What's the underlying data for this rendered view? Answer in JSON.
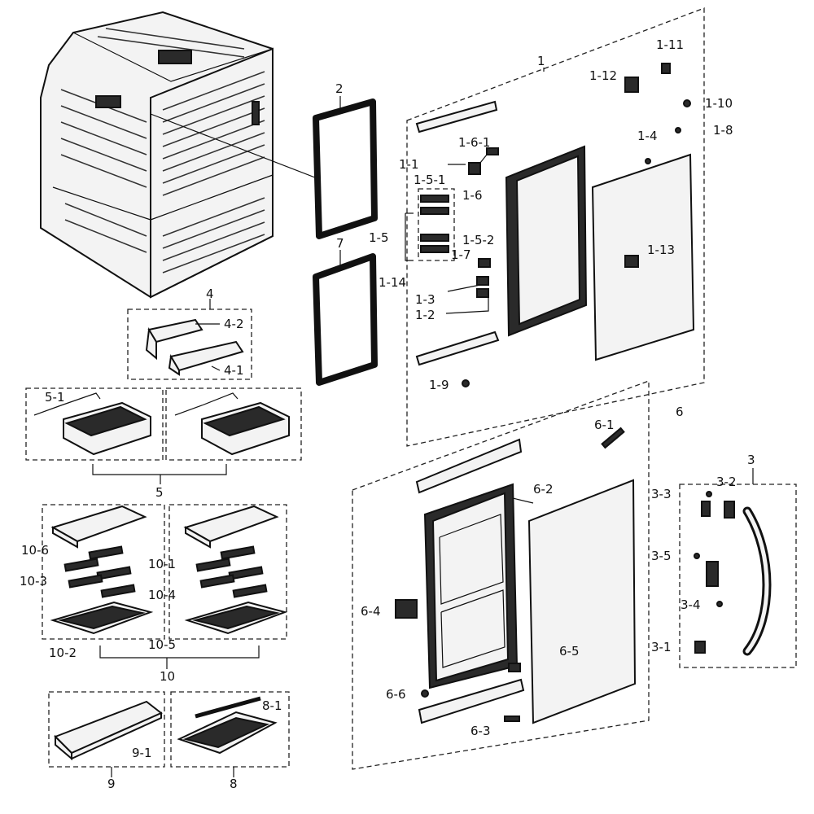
{
  "labels": {
    "p1": "1",
    "p1_1": "1-1",
    "p1_2": "1-2",
    "p1_3": "1-3",
    "p1_4": "1-4",
    "p1_5": "1-5",
    "p1_5_1": "1-5-1",
    "p1_5_2": "1-5-2",
    "p1_6": "1-6",
    "p1_6_1": "1-6-1",
    "p1_7": "1-7",
    "p1_8": "1-8",
    "p1_9": "1-9",
    "p1_10": "1-10",
    "p1_11": "1-11",
    "p1_12": "1-12",
    "p1_13": "1-13",
    "p1_14": "1-14",
    "p2": "2",
    "p7": "7",
    "p4": "4",
    "p4_1": "4-1",
    "p4_2": "4-2",
    "p5": "5",
    "p5_1": "5-1",
    "p10": "10",
    "p10_1": "10-1",
    "p10_2": "10-2",
    "p10_3": "10-3",
    "p10_4": "10-4",
    "p10_5": "10-5",
    "p10_6": "10-6",
    "p9": "9",
    "p9_1": "9-1",
    "p8": "8",
    "p8_1": "8-1",
    "p6": "6",
    "p6_1": "6-1",
    "p6_2": "6-2",
    "p6_3": "6-3",
    "p6_4": "6-4",
    "p6_5": "6-5",
    "p6_6": "6-6",
    "p3": "3",
    "p3_1": "3-1",
    "p3_2": "3-2",
    "p3_3": "3-3",
    "p3_4": "3-4",
    "p3_5": "3-5"
  },
  "colors": {
    "ink": "#111111",
    "paper": "#ffffff",
    "fill": "#f3f3f3",
    "dark": "#2a2a2a"
  }
}
